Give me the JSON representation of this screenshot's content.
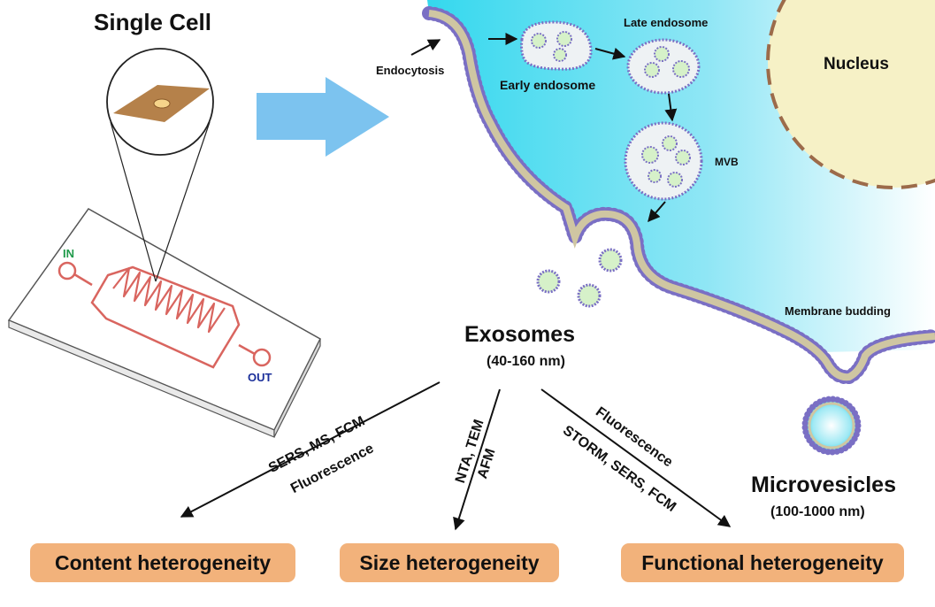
{
  "diagram": {
    "title": "Single Cell",
    "chip": {
      "inlet": "IN",
      "outlet": "OUT"
    },
    "cell": {
      "endocytosis": "Endocytosis",
      "early_endosome": "Early endosome",
      "late_endosome": "Late endosome",
      "mvb": "MVB",
      "nucleus": "Nucleus",
      "membrane_budding": "Membrane budding"
    },
    "exosomes": {
      "name": "Exosomes",
      "size": "(40-160 nm)"
    },
    "microvesicles": {
      "name": "Microvesicles",
      "size": "(100-1000 nm)"
    },
    "methods": {
      "content_line1": "SERS, MS, FCM",
      "content_line2": "Fluorescence",
      "size_line1": "NTA, TEM",
      "size_line2": "AFM",
      "functional_line1": "Fluorescence",
      "functional_line2": "STORM, SERS, FCM"
    },
    "outcomes": {
      "content": "Content heterogeneity",
      "size": "Size heterogeneity",
      "functional": "Functional heterogeneity"
    },
    "colors": {
      "cytoplasm": "#3fdcef",
      "nucleus": "#f6f1c6",
      "membrane_dots": "#7a6fc4",
      "chip_channel": "#d9655f",
      "cell_brown": "#b5814a",
      "arrow_blue": "#7cc3ef",
      "outcome_box": "#f2b27b",
      "inlet_green": "#1f9a4a",
      "outlet_blue": "#1b2f9a"
    }
  }
}
